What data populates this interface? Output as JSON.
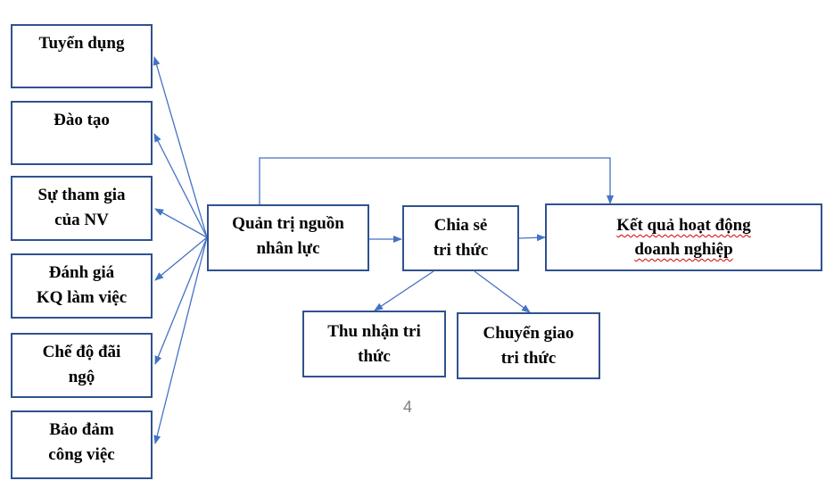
{
  "left_factors": [
    {
      "lines": [
        "Tuyển dụng"
      ]
    },
    {
      "lines": [
        "Đào tạo"
      ]
    },
    {
      "lines": [
        "Sự tham gia",
        "của NV"
      ]
    },
    {
      "lines": [
        "Đánh giá",
        "KQ làm việc"
      ]
    },
    {
      "lines": [
        "Chế độ đãi",
        "ngộ"
      ]
    },
    {
      "lines": [
        "Bảo đảm",
        "công việc"
      ]
    }
  ],
  "hrm": {
    "lines": [
      "Quản trị nguồn",
      "nhân lực"
    ]
  },
  "knowledge_sharing": {
    "lines": [
      "Chia sẻ",
      "tri thức"
    ]
  },
  "performance": {
    "lines": [
      "Kết quả hoạt động",
      "doanh nghiệp"
    ]
  },
  "knowledge_acquisition": {
    "lines": [
      "Thu nhận tri",
      "thức"
    ]
  },
  "knowledge_transfer": {
    "lines": [
      "Chuyển giao",
      "tri thức"
    ]
  },
  "page_number": "4",
  "colors": {
    "border": "#2f528f",
    "connector": "#4472c4"
  }
}
